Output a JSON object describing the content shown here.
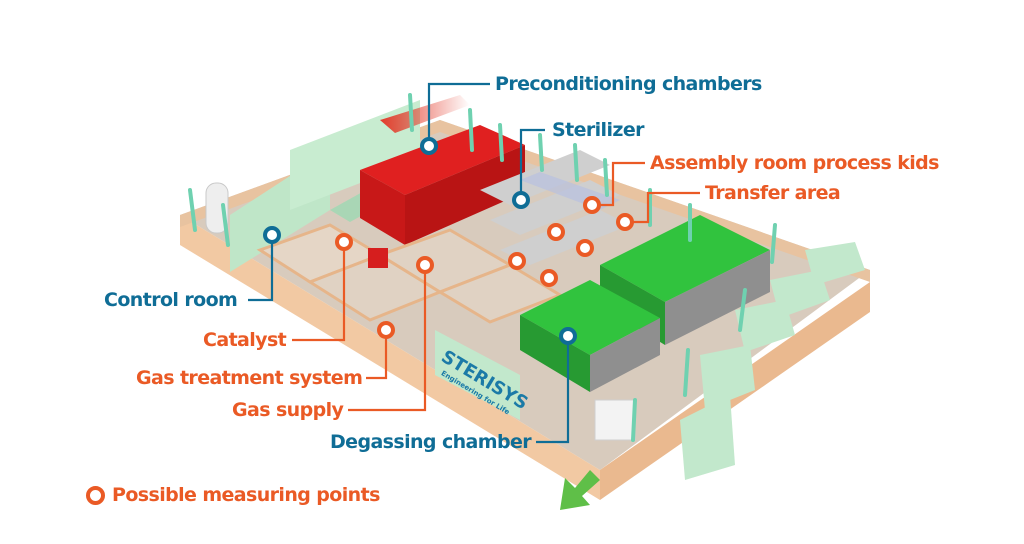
{
  "diagram": {
    "subject": "Sterilization facility isometric floor plan",
    "brand": {
      "name": "STERISYS",
      "tagline": "Engineering for Life"
    },
    "colors": {
      "blue_label": "#0f6d96",
      "orange_label": "#ea5a25",
      "wall": "#f2c9a3",
      "floor": "#d9cbbd",
      "chamber_red": "#d81e1e",
      "chamber_green": "#2cb63a",
      "pallet": "#bfe6c8",
      "pillar": "#6fd1b0",
      "exit_arrow": "#5fbf48"
    },
    "labels": {
      "preconditioning": "Preconditioning chambers",
      "sterilizer": "Sterilizer",
      "assembly": "Assembly room process kids",
      "transfer": "Transfer area",
      "control_room": "Control room",
      "catalyst": "Catalyst",
      "gas_treatment": "Gas treatment system",
      "gas_supply": "Gas supply",
      "degassing": "Degassing chamber"
    },
    "legend": {
      "marker": "orange-ring",
      "text": "Possible measuring points"
    }
  }
}
